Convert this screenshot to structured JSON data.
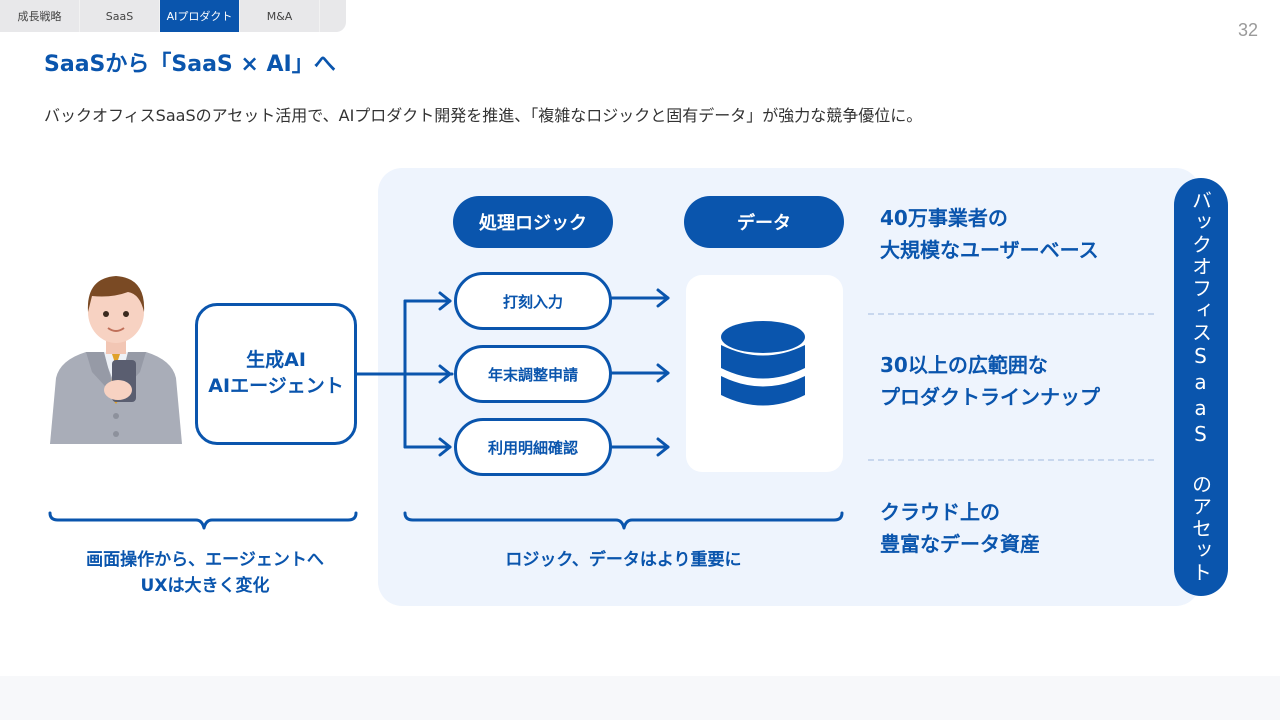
{
  "tabs": [
    {
      "label": "成長戦略",
      "active": false
    },
    {
      "label": "SaaS",
      "active": false
    },
    {
      "label": "AIプロダクト",
      "active": true
    },
    {
      "label": "M&A",
      "active": false
    }
  ],
  "page_number": "32",
  "title": "SaaSから「SaaS × AI」へ",
  "subtitle": "バックオフィスSaaSのアセット活用で、AIプロダクト開発を推進、「複雑なロジックと固有データ」が強力な競争優位に。",
  "ai_box": {
    "line1": "生成AI",
    "line2": "AIエージェント"
  },
  "headers": {
    "logic": "処理ロジック",
    "data": "データ"
  },
  "logic_items": [
    "打刻入力",
    "年末調整申請",
    "利用明細確認"
  ],
  "assets": [
    {
      "line1": "40万事業者の",
      "line2": "大規模なユーザーベース"
    },
    {
      "line1": "30以上の広範囲な",
      "line2": "プロダクトラインナップ"
    },
    {
      "line1": "クラウド上の",
      "line2": "豊富なデータ資産"
    }
  ],
  "vertical_label": "バックオフィスSaaS のアセット",
  "captions": {
    "left_line1": "画面操作から、エージェントへ",
    "left_line2": "UXは大きく変化",
    "middle": "ロジック、データはより重要に"
  },
  "colors": {
    "primary": "#0a55ad",
    "panel_bg": "#eef4fd",
    "tab_bg": "#e8e8ea"
  }
}
